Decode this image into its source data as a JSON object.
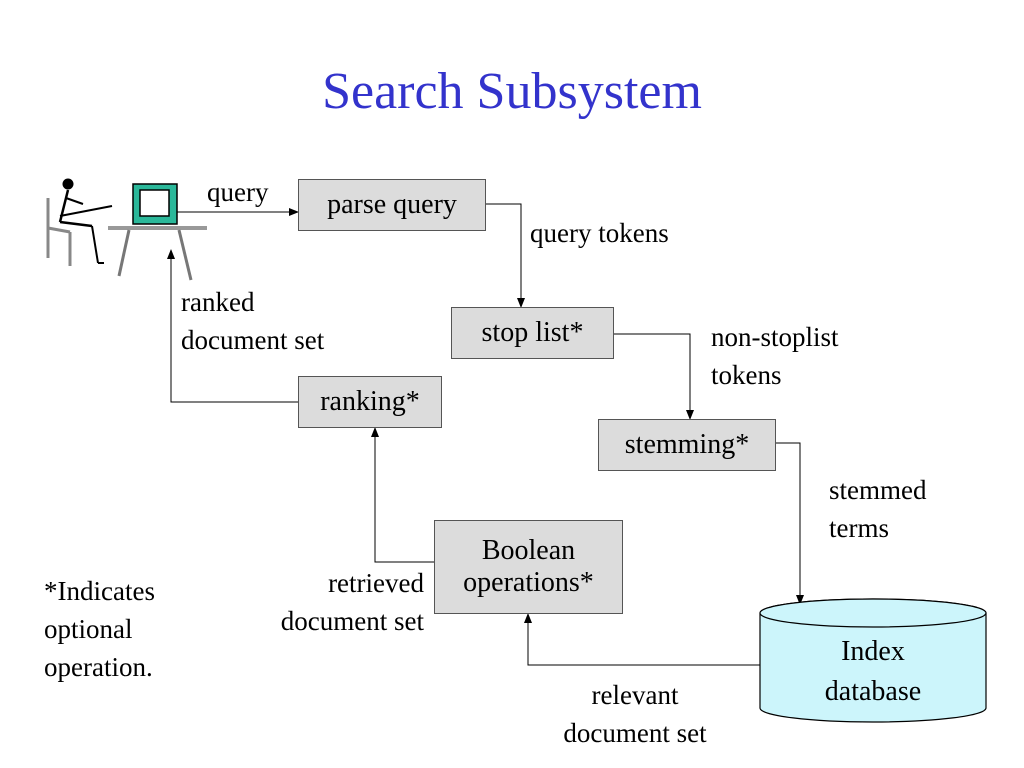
{
  "title": "Search Subsystem",
  "boxes": {
    "parse_query": "parse query",
    "stop_list": "stop list*",
    "stemming": "stemming*",
    "ranking": "ranking*",
    "boolean_line1": "Boolean",
    "boolean_line2": "operations*"
  },
  "database": {
    "line1": "Index",
    "line2": "database"
  },
  "labels": {
    "query": "query",
    "query_tokens": "query tokens",
    "nonstop_line1": "non-stoplist",
    "nonstop_line2": "tokens",
    "stemmed_line1": "stemmed",
    "stemmed_line2": "terms",
    "ranked_line1": "ranked",
    "ranked_line2": "document set",
    "retrieved_line1": "retrieved",
    "retrieved_line2": "document set",
    "relevant_line1": "relevant",
    "relevant_line2": "document set"
  },
  "note": {
    "line1": "*Indicates",
    "line2": "optional",
    "line3": "operation."
  },
  "colors": {
    "title": "#3333cc",
    "box_fill": "#dcdcdc",
    "monitor": "#2bb89a",
    "database_fill": "#ccf5fb"
  }
}
